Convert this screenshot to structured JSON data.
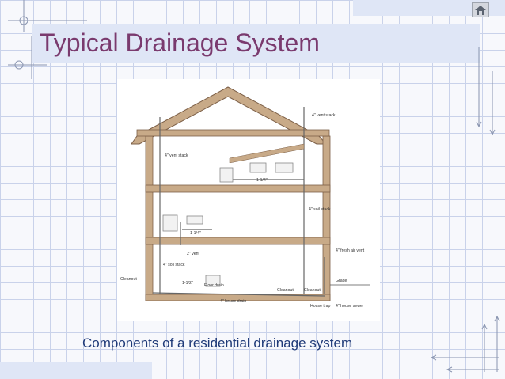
{
  "slide": {
    "title": "Typical Drainage System",
    "caption": "Components of a residential drainage system",
    "title_color": "#7a3a6e",
    "caption_color": "#1f3a78",
    "grid_color": "#c9d2ea",
    "band_color": "#dfe6f6"
  },
  "nav": {
    "home_icon": "home-icon"
  },
  "diagram": {
    "labels": {
      "vent_stack_roof": "4\" vent stack",
      "vent_stack_left": "4\" vent stack",
      "soil_stack_right": "4\" soil stack",
      "pipe_top": "1-1/4\"",
      "pipe_mid": "1-1/4\"",
      "vent_2in": "2\" vent",
      "soil_stack_left": "4\" soil stack",
      "fresh_air_vent": "4\" fresh air vent",
      "cleanout_left": "Cleanout",
      "pipe_floor": "1-1/2\"",
      "floor_drain": "Floor drain",
      "cleanout_mid": "Cleanout",
      "cleanout_right": "Cleanout",
      "grade": "Grade",
      "house_drain": "4\" house drain",
      "house_trap": "House trap",
      "house_sewer": "4\" house sewer"
    }
  }
}
